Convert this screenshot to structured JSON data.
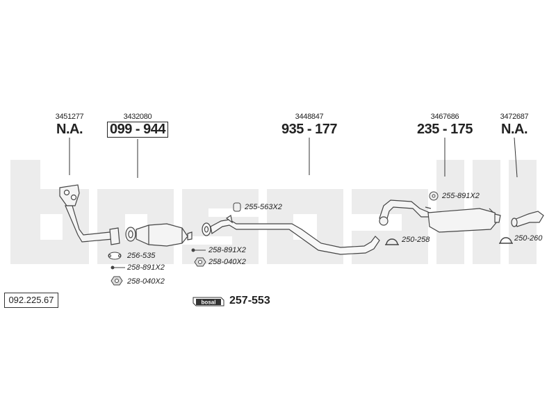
{
  "catalog_number": "092.225.67",
  "brand_watermark": "bosal",
  "sections": [
    {
      "ref": "3451277",
      "part": "N.A.",
      "boxed": false
    },
    {
      "ref": "3432080",
      "part": "099 - 944",
      "boxed": true
    },
    {
      "ref": "3448847",
      "part": "935 - 177",
      "boxed": false
    },
    {
      "ref": "3467686",
      "part": "235 - 175",
      "boxed": false
    },
    {
      "ref": "3472687",
      "part": "N.A.",
      "boxed": false
    }
  ],
  "fittings": {
    "gasket_front": "256-535",
    "bolt_front": "258-891X2",
    "nut_front": "258-040X2",
    "bolt_mid": "258-891X2",
    "nut_mid": "258-040X2",
    "rubber_mid": "255-563X2",
    "rubber_rear": "255-891X2",
    "clamp_mid": "250-258",
    "clamp_rear": "250-260"
  },
  "fitting_kit": {
    "logo": "bosal",
    "number": "257-553"
  }
}
